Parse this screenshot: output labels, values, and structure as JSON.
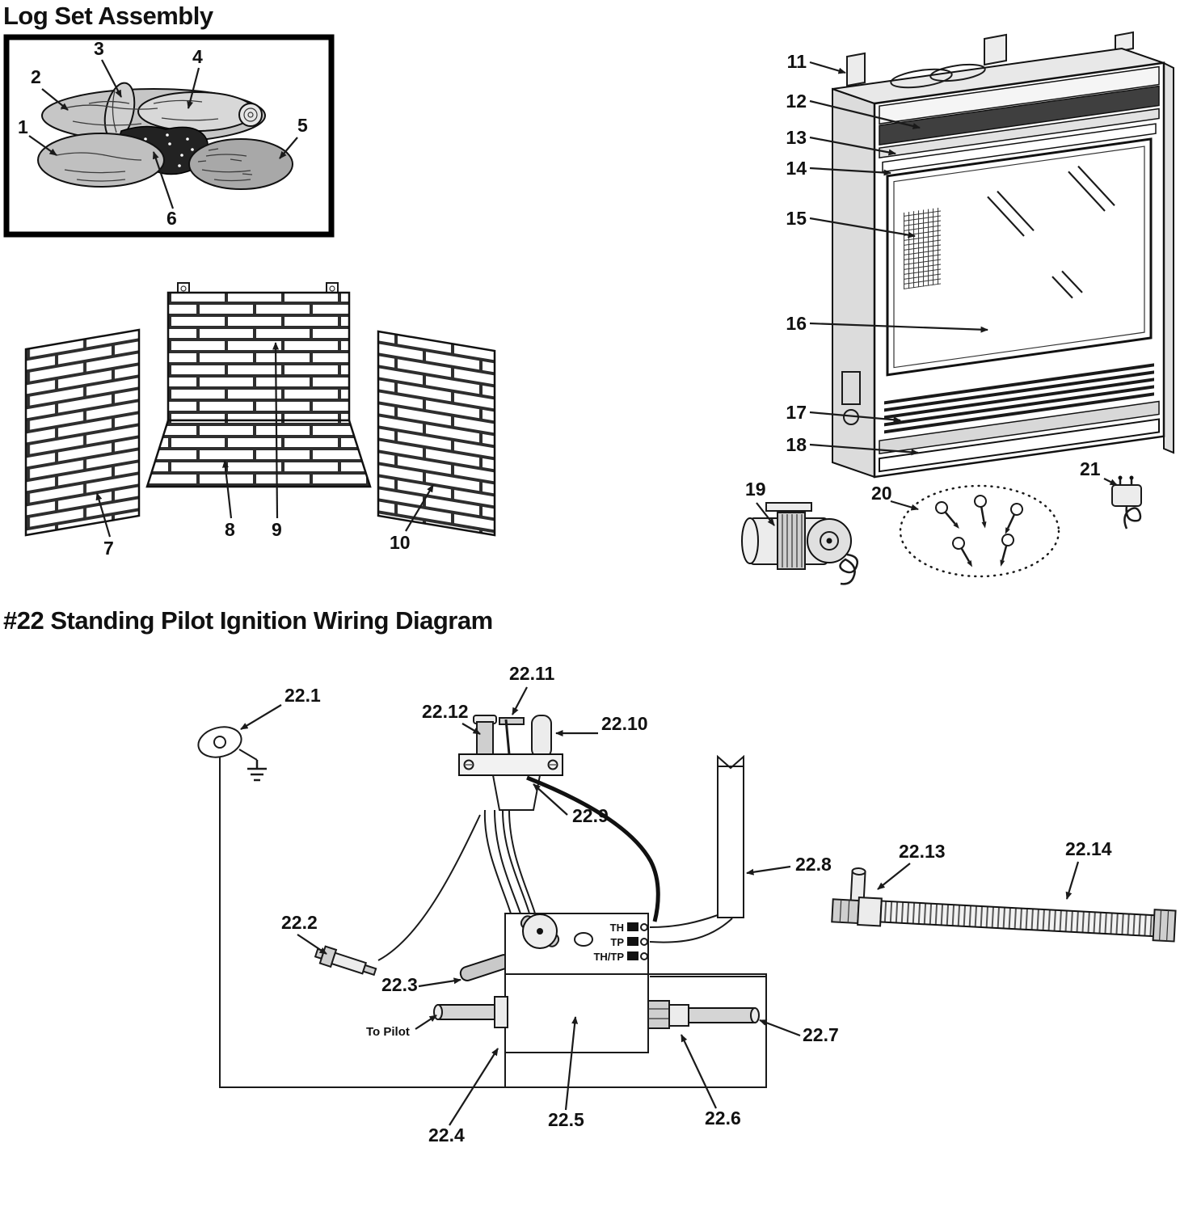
{
  "titles": {
    "log_set": "Log Set Assembly",
    "wiring": "#22 Standing Pilot Ignition Wiring Diagram"
  },
  "style": {
    "ink": "#1a1a1a"
  },
  "log_set": {
    "callouts": [
      "1",
      "2",
      "3",
      "4",
      "5",
      "6"
    ]
  },
  "panels": {
    "callouts": [
      "7",
      "8",
      "9",
      "10"
    ]
  },
  "fireplace": {
    "callouts": [
      "11",
      "12",
      "13",
      "14",
      "15",
      "16",
      "17",
      "18"
    ]
  },
  "accessories": {
    "blower": "19",
    "fasteners": "20",
    "power_cord": "21"
  },
  "wiring": {
    "callouts": [
      "22.1",
      "22.2",
      "22.3",
      "22.4",
      "22.5",
      "22.6",
      "22.7",
      "22.8",
      "22.9",
      "22.10",
      "22.11",
      "22.12",
      "22.13",
      "22.14"
    ],
    "terminals": [
      "TH",
      "TP",
      "TH/TP"
    ],
    "to_pilot_label": "To Pilot"
  }
}
